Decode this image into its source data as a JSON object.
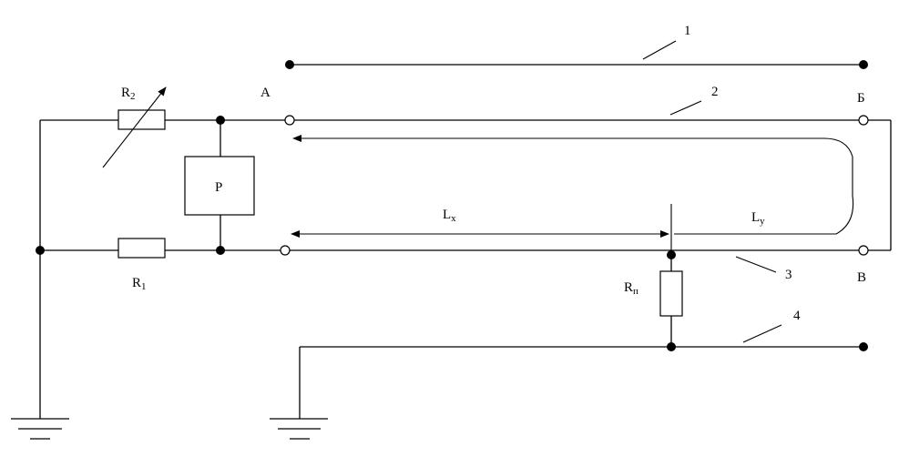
{
  "diagram": {
    "labels": {
      "A": "А",
      "B": "Б",
      "V": "В",
      "P": "P",
      "line1": "1",
      "line2": "2",
      "line3": "3",
      "line4": "4"
    },
    "resistors": {
      "r1": {
        "main": "R",
        "sub": "1"
      },
      "r2": {
        "main": "R",
        "sub": "2"
      },
      "rp": {
        "main": "R",
        "sub": "п"
      }
    },
    "distances": {
      "lx": {
        "main": "L",
        "sub": "x"
      },
      "ly": {
        "main": "L",
        "sub": "y"
      }
    }
  }
}
